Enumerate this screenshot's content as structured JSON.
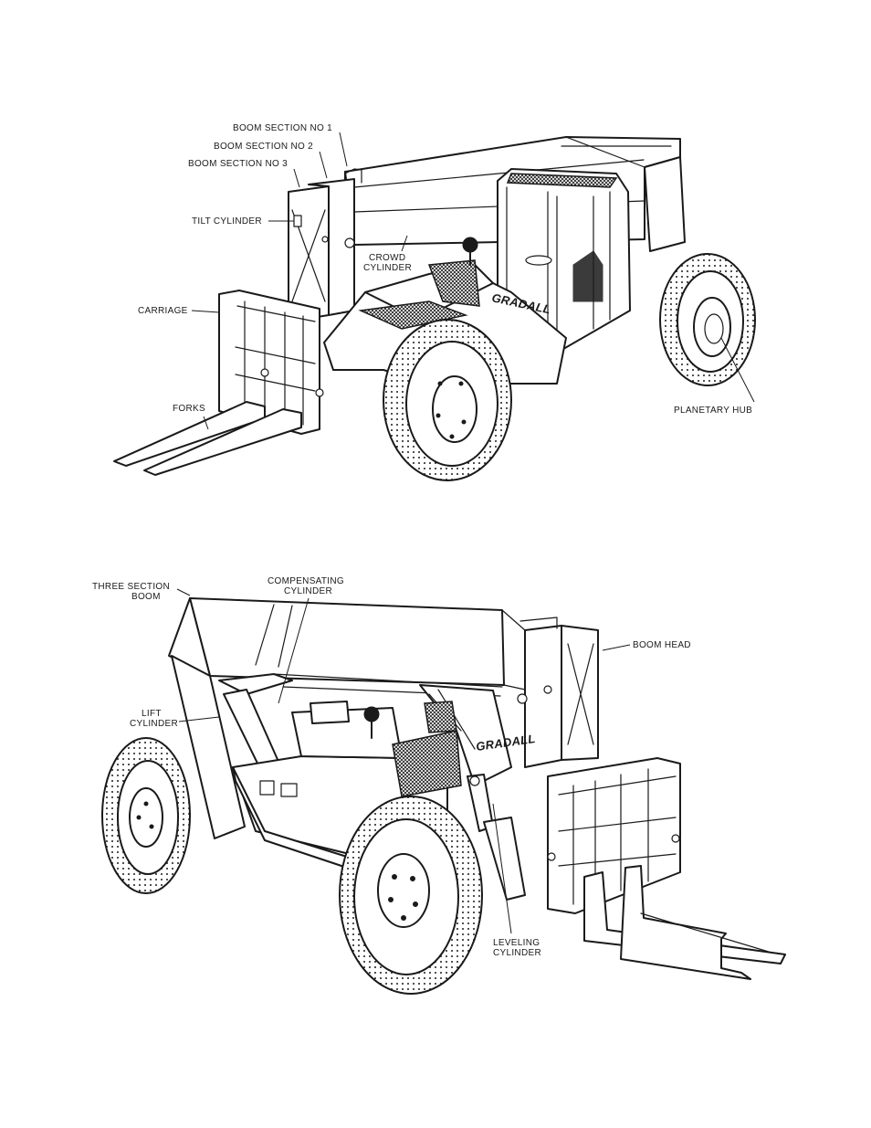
{
  "brand_text": "GRADALL",
  "top_view": {
    "labels": {
      "boom_section_1": "BOOM SECTION NO  1",
      "boom_section_2": "BOOM SECTION NO  2",
      "boom_section_3": "BOOM SECTION NO  3",
      "tilt_cylinder": "TILT CYLINDER",
      "crowd_cylinder_1": "CROWD",
      "crowd_cylinder_2": "CYLINDER",
      "carriage": "CARRIAGE",
      "forks": "FORKS",
      "planetary_hub": "PLANETARY HUB"
    }
  },
  "bottom_view": {
    "labels": {
      "three_section_boom_1": "THREE SECTION",
      "three_section_boom_2": "BOOM",
      "compensating_cylinder_1": "COMPENSATING",
      "compensating_cylinder_2": "CYLINDER",
      "boom_head": "BOOM HEAD",
      "lift_cylinder_1": "LIFT",
      "lift_cylinder_2": "CYLINDER",
      "leveling_cylinder_1": "LEVELING",
      "leveling_cylinder_2": "CYLINDER"
    }
  }
}
